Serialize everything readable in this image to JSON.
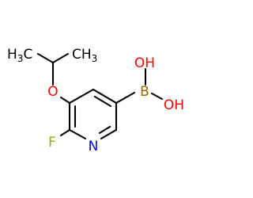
{
  "atoms": {
    "o_ether": {
      "label": "O",
      "color": "#ff0000"
    },
    "boron": {
      "label": "B",
      "color": "#996600"
    },
    "oh_upper": {
      "label": "OH",
      "color": "#ff0000"
    },
    "oh_lower": {
      "label": "OH",
      "color": "#ff0000"
    },
    "fluorine": {
      "label": "F",
      "color": "#8fb000"
    },
    "nitrogen": {
      "label": "N",
      "color": "#0000ff"
    },
    "ch3_left": {
      "label": "H",
      "sub": "3",
      "suffix": "C",
      "color": "#000000"
    },
    "ch3_right": {
      "label": "CH",
      "sub": "3",
      "color": "#000000"
    }
  },
  "colors": {
    "bond": "#000000",
    "background": "#ffffff"
  }
}
